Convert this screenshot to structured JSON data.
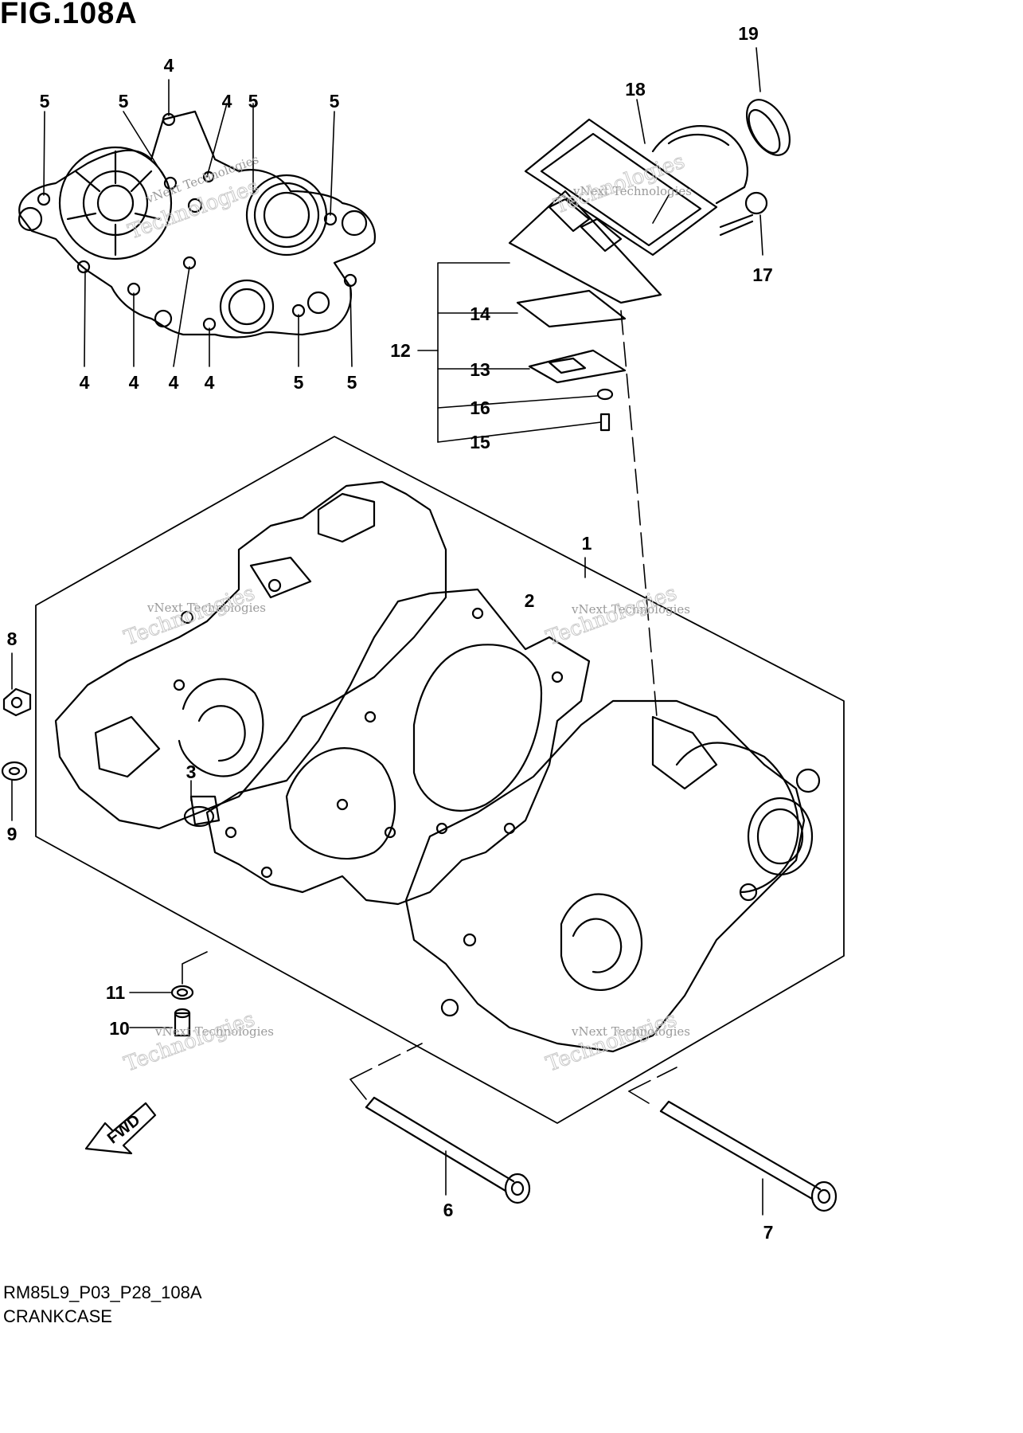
{
  "figure": {
    "title": "FIG.108A",
    "code": "RM85L9_P03_P28_108A",
    "name": "CRANKCASE"
  },
  "callouts": {
    "c1": "1",
    "c2": "2",
    "c3": "3",
    "c4a": "4",
    "c4b": "4",
    "c4c": "4",
    "c4d": "4",
    "c4e": "4",
    "c4f": "4",
    "c5a": "5",
    "c5b": "5",
    "c5c": "5",
    "c5d": "5",
    "c5e": "5",
    "c5f": "5",
    "c6": "6",
    "c7": "7",
    "c8": "8",
    "c9": "9",
    "c10": "10",
    "c11": "11",
    "c12": "12",
    "c13": "13",
    "c14": "14",
    "c15": "15",
    "c16": "16",
    "c17": "17",
    "c18": "18",
    "c19": "19"
  },
  "direction_badge": "FWD",
  "watermark": {
    "line1": "vNext",
    "line2": "Technologies",
    "full": "vNext Technologies"
  }
}
